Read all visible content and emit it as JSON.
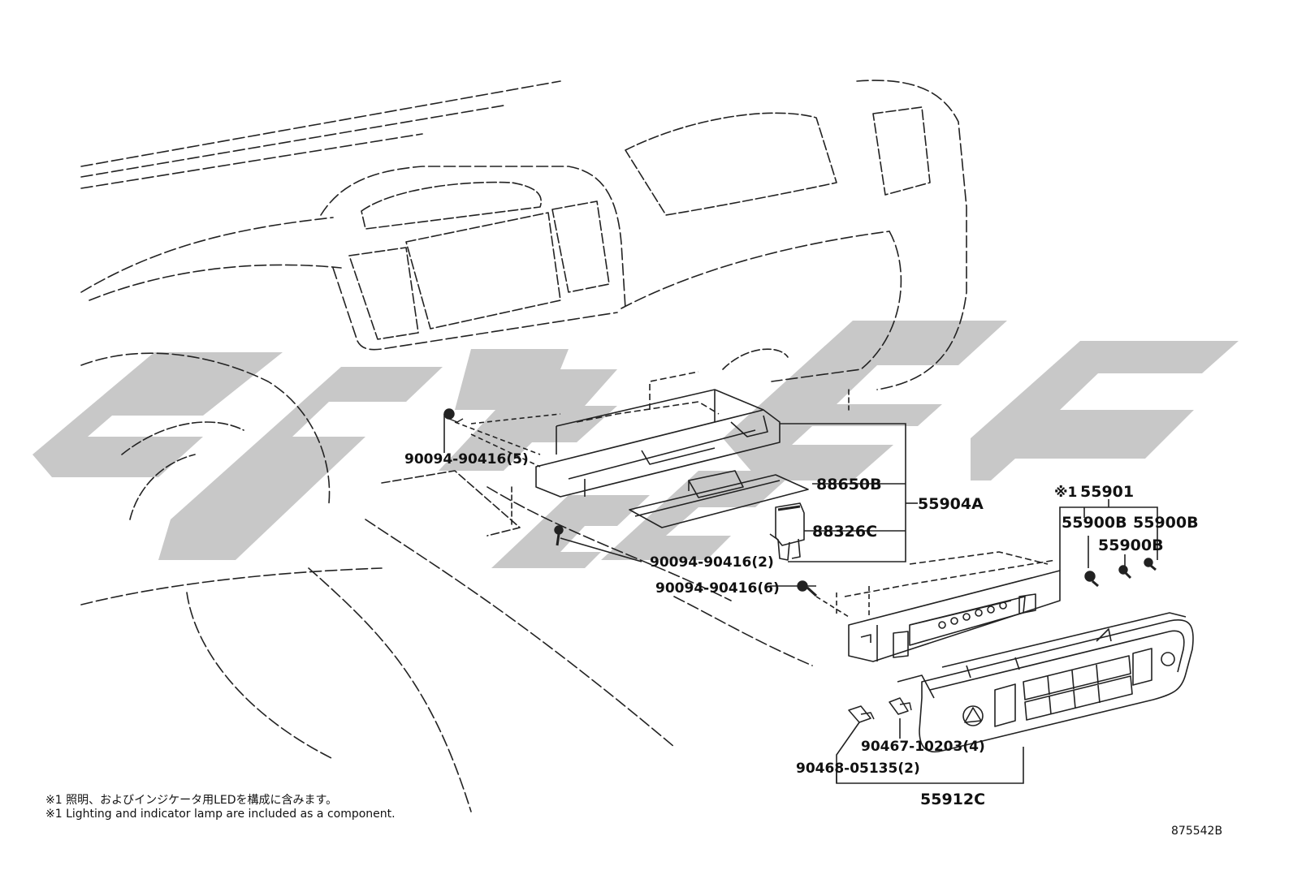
{
  "watermark": {
    "color": "#c8c8c8"
  },
  "parts": {
    "screw_upper": "90094-90416(5)",
    "screw_lower": "90094-90416(2)",
    "screw_right": "90094-90416(6)",
    "bracket_88650b": "88650B",
    "connector_88326c": "88326C",
    "assy_55904a": "55904A",
    "note_marker": "※1",
    "switch_55901": "55901",
    "bulb_a": "55900B",
    "bulb_b": "55900B",
    "bulb_c": "55900B",
    "clip_90467": "90467-10203(4)",
    "clip_90468": "90468-05135(2)",
    "panel_55912c": "55912C"
  },
  "notes": {
    "jp": "※1 照明、およびインジケータ用LEDを構成に含みます。",
    "en": "※1 Lighting and indicator lamp are included as a component."
  },
  "figure_id": "875542B"
}
